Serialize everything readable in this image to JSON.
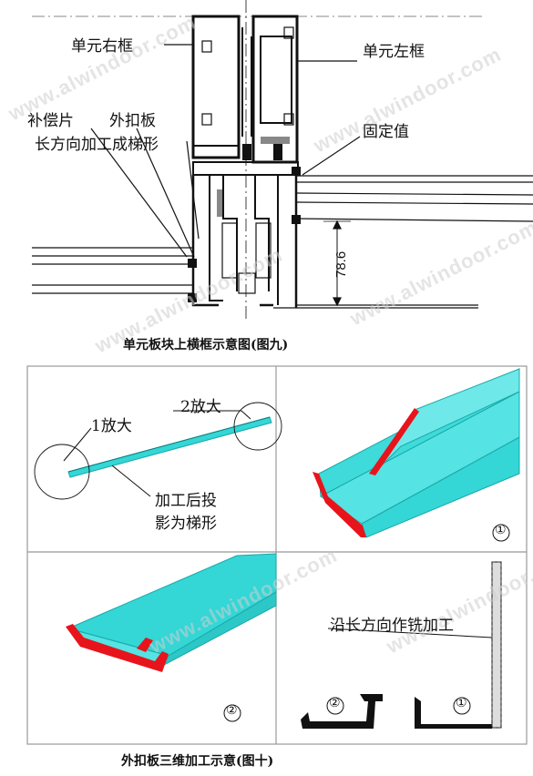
{
  "figure9": {
    "labels": {
      "right_frame": "单元右框",
      "left_frame": "单元左框",
      "compensation_piece": "补偿片",
      "outer_cover": "外扣板",
      "trapezoid_note": "长方向加工成梯形",
      "fixed_value": "固定值",
      "dimension": "78.6"
    },
    "caption": "单元板块上横框示意图(图九)"
  },
  "figure10": {
    "labels": {
      "zoom1": "1放大",
      "zoom2": "2放大",
      "projection_line1": "加工后投",
      "projection_line2": "影为梯形",
      "marker1": "①",
      "marker2": "②",
      "mill_note": "沿长方向作铣加工"
    },
    "caption": "外扣板三维加工示意(图十)"
  },
  "watermark": "www.alwindoor.com",
  "colors": {
    "profile_fill": "#34d6d6",
    "profile_edge": "#1aa8a8",
    "cut_face": "#e8141c",
    "line": "#111111"
  }
}
